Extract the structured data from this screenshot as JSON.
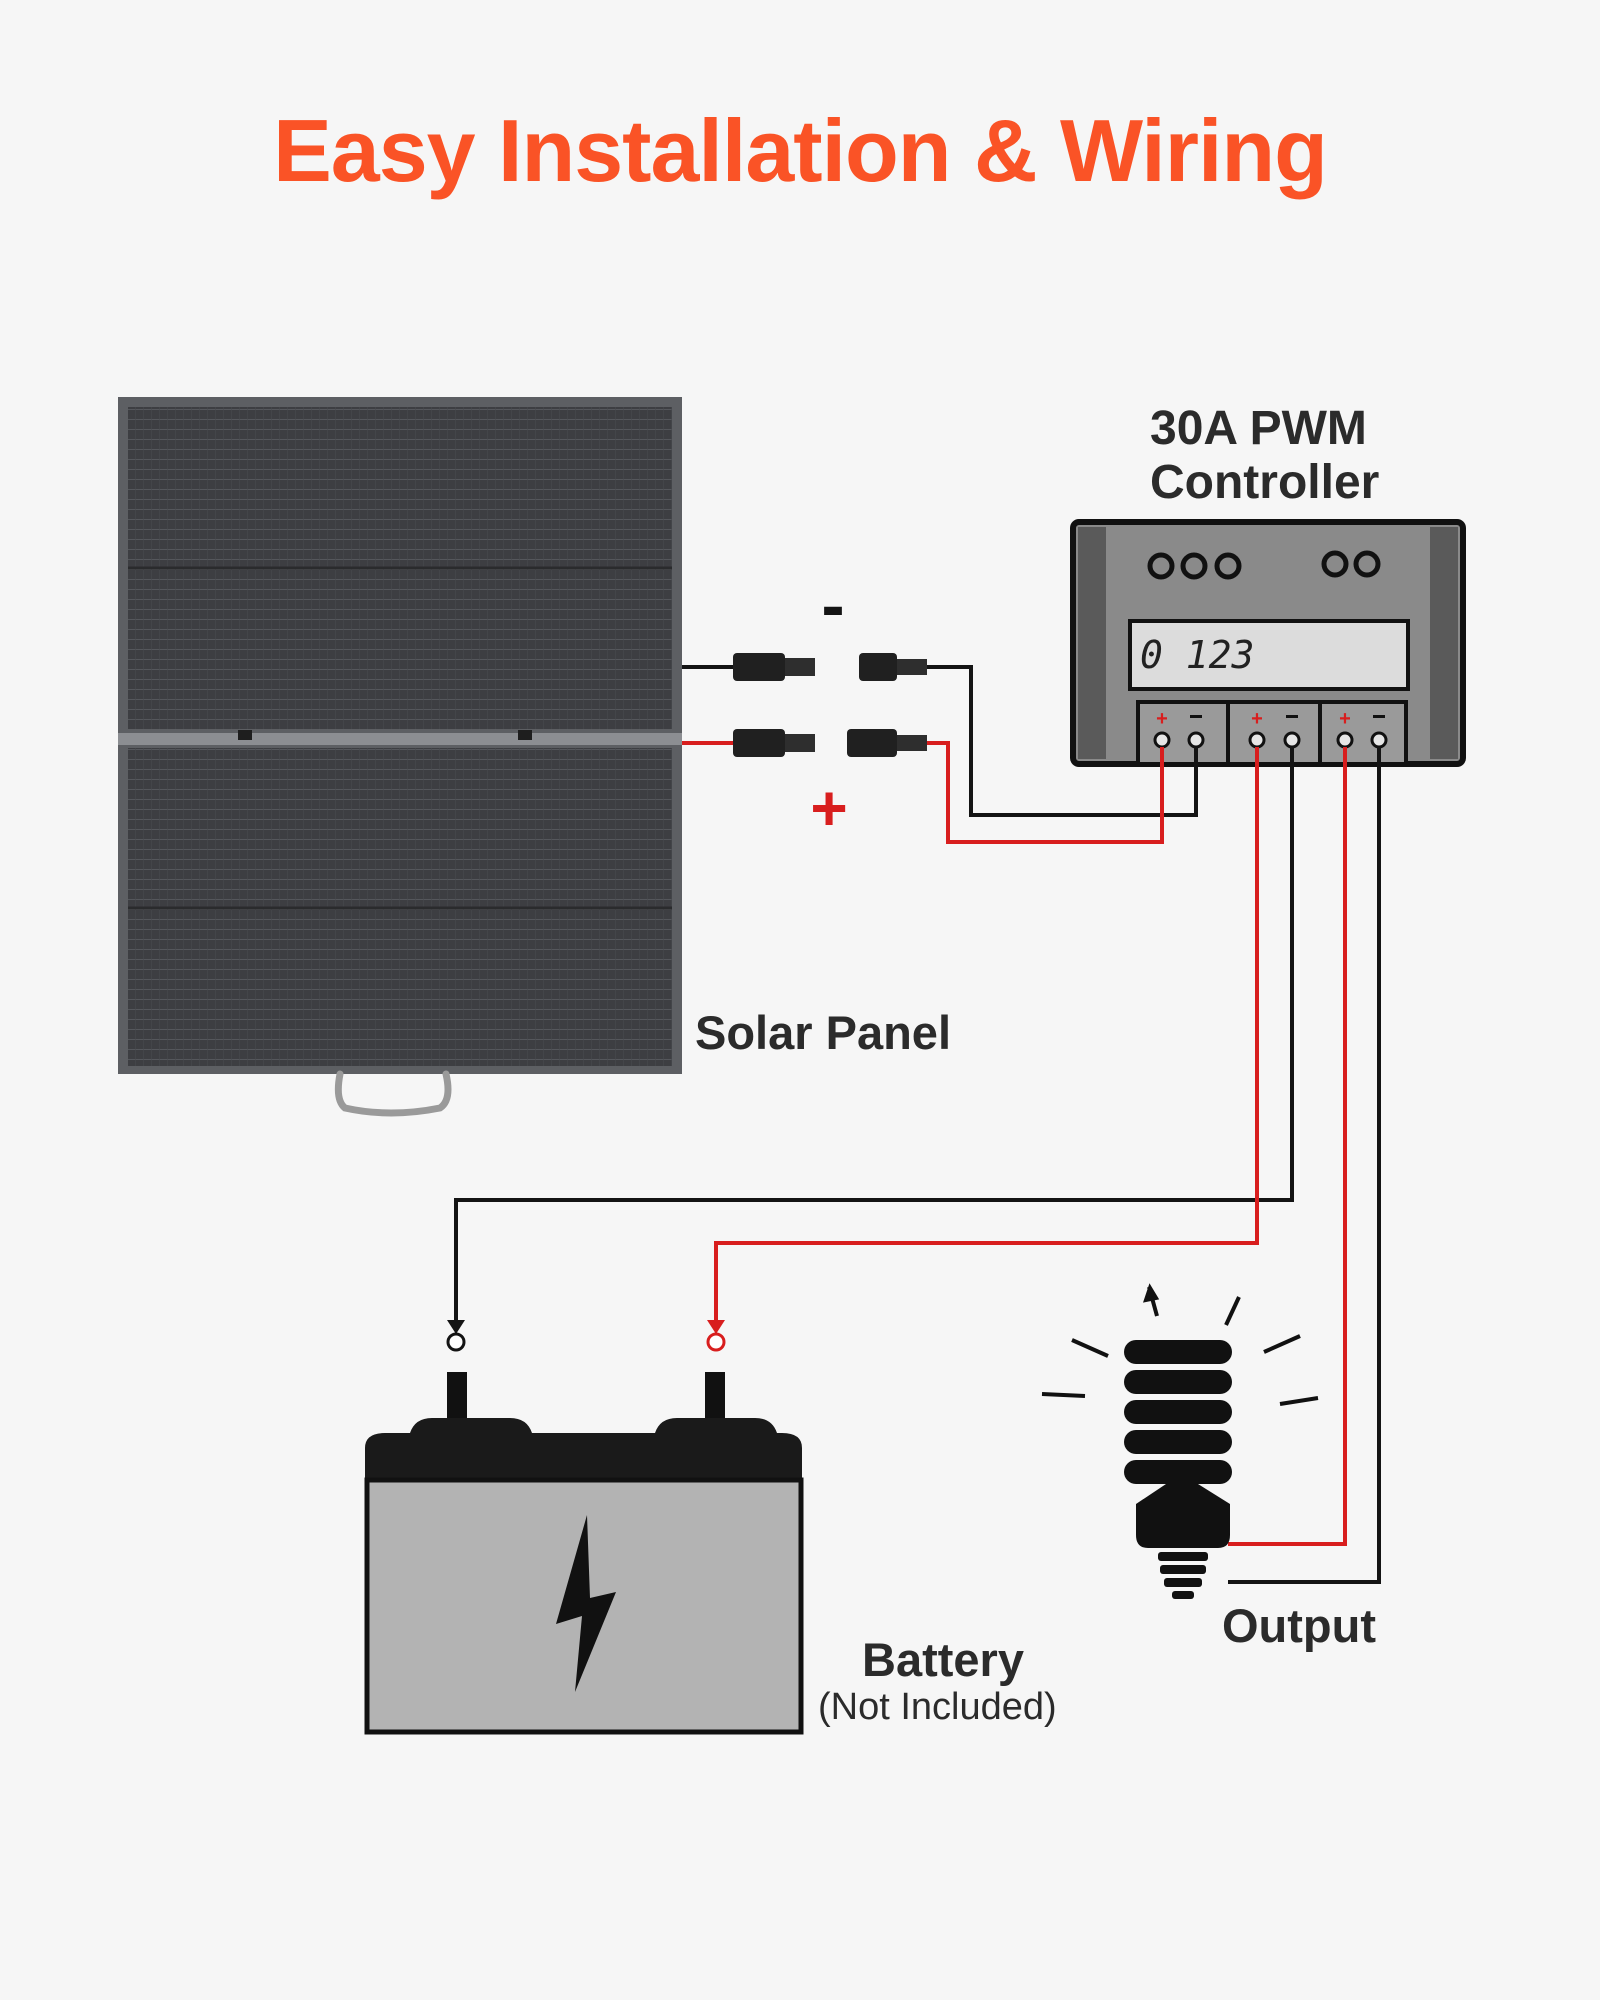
{
  "title": "Easy Installation & Wiring",
  "labels": {
    "controller_line1": "30A PWM",
    "controller_line2": "Controller",
    "solar_panel": "Solar Panel",
    "battery": "Battery",
    "battery_note": "(Not Included)",
    "output": "Output"
  },
  "controller": {
    "display": "0 123"
  },
  "polarity": {
    "negative": "-",
    "positive": "+"
  },
  "colors": {
    "title": "#fa5326",
    "positive_wire": "#d81e1e",
    "negative_wire": "#141414",
    "panel": "#3a3b3e",
    "controller_body": "#8a8a8a",
    "battery_body": "#b3b3b3"
  },
  "icons": [
    "solar-panel-icon",
    "mc4-connector-icon",
    "charge-controller-icon",
    "battery-icon",
    "lightning-bolt-icon",
    "light-bulb-icon"
  ]
}
